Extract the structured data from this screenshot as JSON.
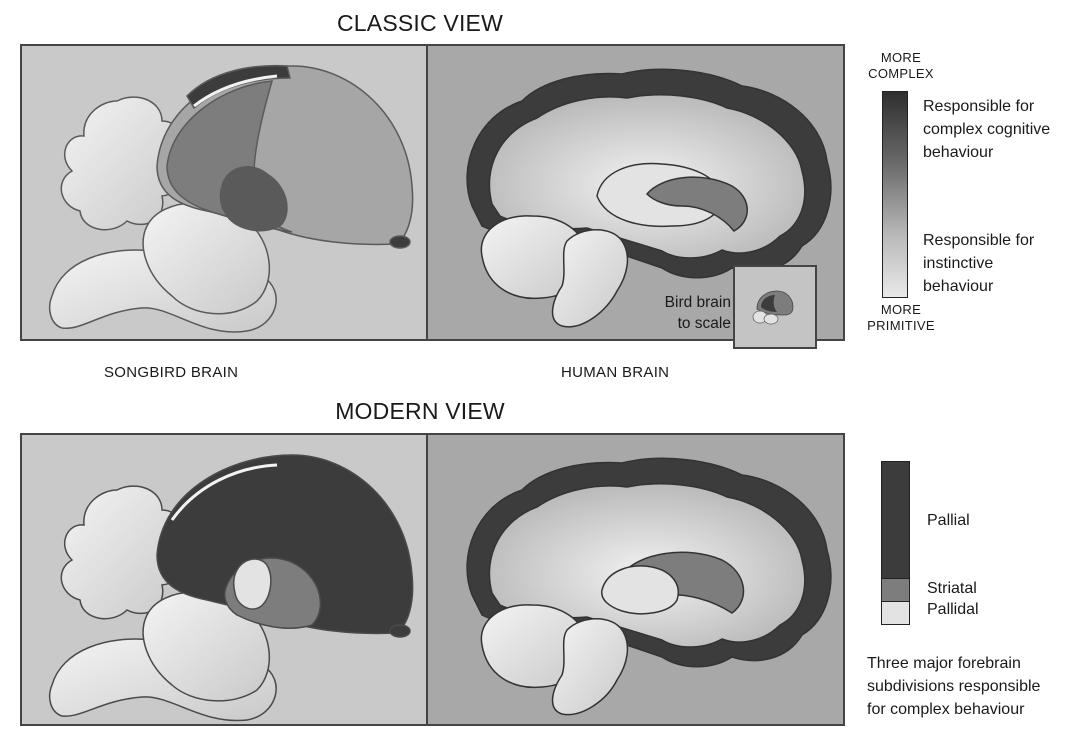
{
  "titles": {
    "classic": "CLASSIC VIEW",
    "modern": "MODERN VIEW"
  },
  "panel_labels": {
    "songbird": "SONGBIRD BRAIN",
    "human": "HUMAN BRAIN"
  },
  "inset": {
    "caption_line1": "Bird brain",
    "caption_line2": "to scale"
  },
  "scale": {
    "top_line1": "MORE",
    "top_line2": "COMPLEX",
    "bottom_line1": "MORE",
    "bottom_line2": "PRIMITIVE",
    "upper_desc": [
      "Responsible for",
      "complex cognitive",
      "behaviour"
    ],
    "lower_desc": [
      "Responsible for",
      "instinctive",
      "behaviour"
    ]
  },
  "legend": {
    "items": [
      {
        "label": "Pallial",
        "color": "#3c3c3c"
      },
      {
        "label": "Striatal",
        "color": "#7d7d7d"
      },
      {
        "label": "Pallidal",
        "color": "#e3e3e3"
      }
    ],
    "note": [
      "Three major forebrain",
      "subdivisions responsible",
      "for complex behaviour"
    ]
  },
  "colors": {
    "panel_bg_left": "#c9c9c9",
    "panel_bg_right": "#a8a8a8",
    "dark_region": "#3c3c3c",
    "mid_region": "#7d7d7d",
    "light_region": "#e3e3e3"
  }
}
